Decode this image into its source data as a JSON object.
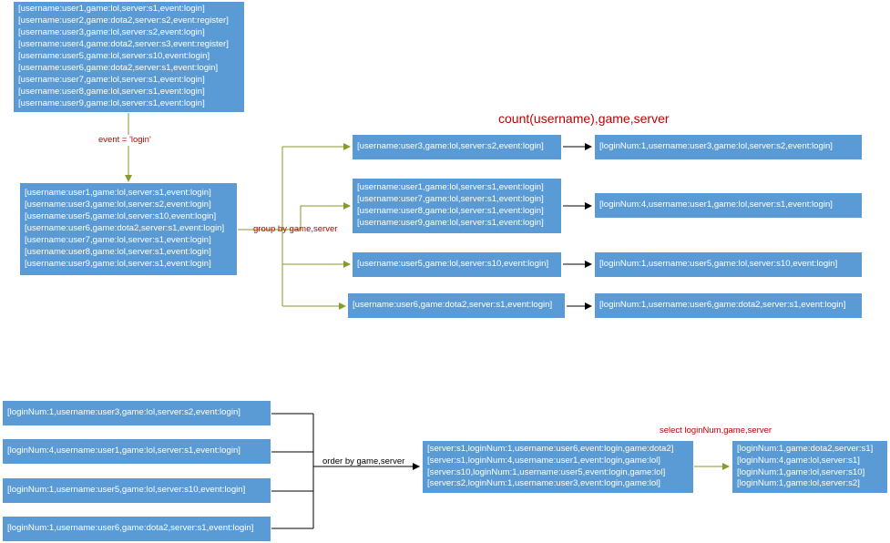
{
  "colors": {
    "box_fill": "#5b9bd5",
    "box_text": "#ffffff",
    "green_arrow": "#8a9a2b",
    "black_arrow": "#000000",
    "label_red": "#c00000"
  },
  "source_box": {
    "lines": [
      "[username:user1,game:lol,server:s1,event:login]",
      "[username:user2,game:dota2,server:s2,event:register]",
      "[username:user3,game:lol,server:s2,event:login]",
      "[username:user4,game:dota2,server:s3,event:register]",
      "[username:user5,game:lol,server:s10,event:login]",
      "[username:user6,game:dota2,server:s1,event:login]",
      "[username:user7,game:lol,server:s1,event:login]",
      "[username:user8,game:lol,server:s1,event:login]",
      "[username:user9,game:lol,server:s1,event:login]"
    ]
  },
  "filter_label": "event = 'login'",
  "filtered_box": {
    "lines": [
      "[username:user1,game:lol,server:s1,event:login]",
      "[username:user3,game:lol,server:s2,event:login]",
      "[username:user5,game:lol,server:s10,event:login]",
      "[username:user6,game:dota2,server:s1,event:login]",
      "[username:user7,game:lol,server:s1,event:login]",
      "[username:user8,game:lol,server:s1,event:login]",
      "[username:user9,game:lol,server:s1,event:login]"
    ]
  },
  "group_label": "group by game,server",
  "count_title": "count(username),game,server",
  "groups": [
    {
      "lines": [
        "[username:user3,game:lol,server:s2,event:login]"
      ]
    },
    {
      "lines": [
        "[username:user1,game:lol,server:s1,event:login]",
        "[username:user7,game:lol,server:s1,event:login]",
        "[username:user8,game:lol,server:s1,event:login]",
        "[username:user9,game:lol,server:s1,event:login]"
      ]
    },
    {
      "lines": [
        "[username:user5,game:lol,server:s10,event:login]"
      ]
    },
    {
      "lines": [
        "[username:user6,game:dota2,server:s1,event:login]"
      ]
    }
  ],
  "counts": [
    "[loginNum:1,username:user3,game:lol,server:s2,event:login]",
    "[loginNum:4,username:user1,game:lol,server:s1,event:login]",
    "[loginNum:1,username:user5,game:lol,server:s10,event:login]",
    "[loginNum:1,username:user6,game:dota2,server:s1,event:login]"
  ],
  "order_inputs": [
    "[loginNum:1,username:user3,game:lol,server:s2,event:login]",
    "[loginNum:4,username:user1,game:lol,server:s1,event:login]",
    "[loginNum:1,username:user5,game:lol,server:s10,event:login]",
    "[loginNum:1,username:user6,game:dota2,server:s1,event:login]"
  ],
  "order_label": "order by game,server",
  "ordered_box": {
    "lines": [
      "[server:s1,loginNum:1,username:user6,event:login,game:dota2]",
      "[server:s1,loginNum:4,username:user1,event:login,game:lol]",
      "[server:s10,loginNum:1,username:user5,event:login,game:lol]",
      "[server:s2,loginNum:1,username:user3,event:login,game:lol]"
    ]
  },
  "select_label": "select loginNum,game,server",
  "result_box": {
    "lines": [
      "[loginNum:1,game:dota2,server:s1]",
      "[loginNum:4,game:lol,server:s1]",
      "[loginNum:1,game:lol,server:s10]",
      "[loginNum:1,game:lol,server:s2]"
    ]
  }
}
